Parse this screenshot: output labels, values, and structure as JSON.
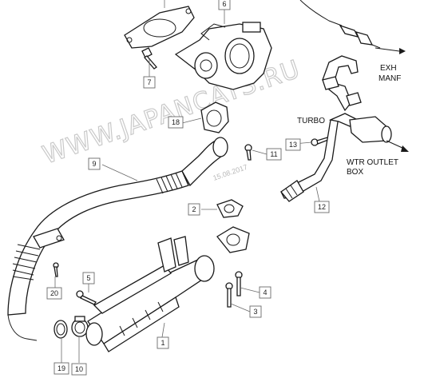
{
  "callouts": [
    "1",
    "2",
    "3",
    "4",
    "5",
    "6",
    "7",
    "9",
    "10",
    "11",
    "12",
    "13",
    "18",
    "19",
    "20"
  ],
  "labels": {
    "exh_manf_line1": "EXH",
    "exh_manf_line2": "MANF",
    "turbo": "TURBO",
    "wtr_outlet_line1": "WTR OUTLET",
    "wtr_outlet_line2": "BOX"
  },
  "watermark": "WWW.JAPANCATS.RU",
  "date_stamp": "15.08.2017"
}
